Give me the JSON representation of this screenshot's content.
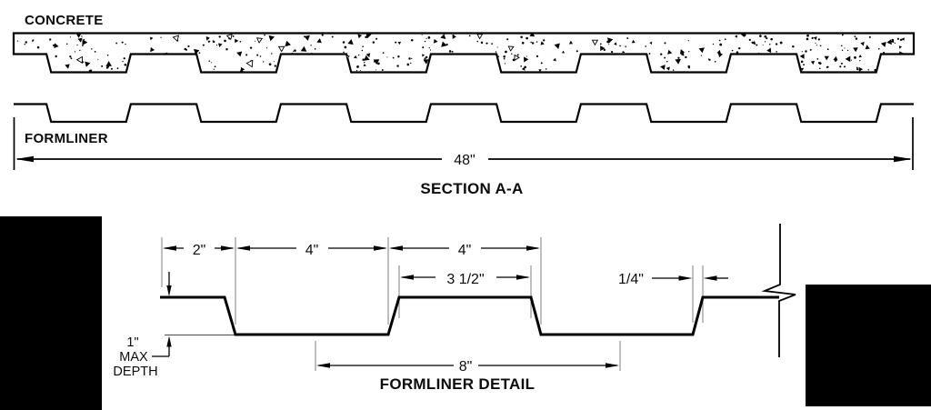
{
  "section": {
    "concrete_label": "CONCRETE",
    "formliner_label": "FORMLINER",
    "width_dimension": "48\"",
    "title": "SECTION A-A"
  },
  "detail": {
    "title": "FORMLINER DETAIL",
    "dim_edge": "2\"",
    "dim_recess_a": "4\"",
    "dim_recess_b": "4\"",
    "dim_top_flat": "3 1/2\"",
    "dim_slope": "1/4\"",
    "dim_spacing": "8\"",
    "depth_label": [
      "1\"",
      "MAX",
      "DEPTH"
    ]
  },
  "colors": {
    "line": "#000000",
    "extension_line": "#8a8a8a",
    "background": "#ffffff",
    "redaction": "#000000"
  }
}
